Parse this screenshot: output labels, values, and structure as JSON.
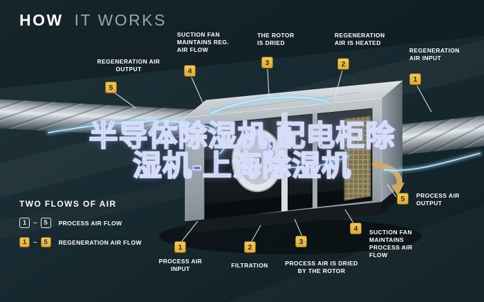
{
  "title": {
    "word_bold": "HOW",
    "word_light": "IT WORKS"
  },
  "watermark": {
    "line1": "半导体除湿机,配电柜除",
    "line2": "湿机-上海除湿机"
  },
  "legend": {
    "heading": "TWO FLOWS OF AIR",
    "process": {
      "from": "1",
      "dash": "–",
      "to": "5",
      "label": "PROCESS AIR FLOW"
    },
    "regeneration": {
      "from": "1",
      "dash": "–",
      "to": "5",
      "label": "REGENERATION AIR FLOW"
    }
  },
  "callouts": {
    "regen_output": {
      "num": "5",
      "label": "REGENERATION AIR OUTPUT"
    },
    "regen_fan": {
      "num": "4",
      "label": "SUCTION FAN MAINTAINS REG. AIR FLOW"
    },
    "rotor_dried": {
      "num": "3",
      "label": "THE ROTOR IS DRIED"
    },
    "regen_heated": {
      "num": "2",
      "label": "REGENERATION AIR IS HEATED"
    },
    "regen_input": {
      "num": "1",
      "label": "REGENERATION AIR INPUT"
    },
    "process_output": {
      "num": "5",
      "label": "PROCESS AIR OUTPUT"
    },
    "process_input": {
      "num": "1",
      "label": "PROCESS AIR INPUT"
    },
    "filtration": {
      "num": "2",
      "label": "FILTRATION"
    },
    "process_dried": {
      "num": "3",
      "label": "PROCESS AIR IS DRIED BY THE ROTOR"
    },
    "process_fan": {
      "num": "4",
      "label": "SUCTION FAN MAINTAINS PROCESS AIR FLOW"
    }
  },
  "colors": {
    "background": "#16262D",
    "badge_gold": "#E8B33B",
    "watermark_blue": "#5A68D8",
    "airflow_blue": "#7FCBF2",
    "arrow_tan": "#D3A862"
  }
}
